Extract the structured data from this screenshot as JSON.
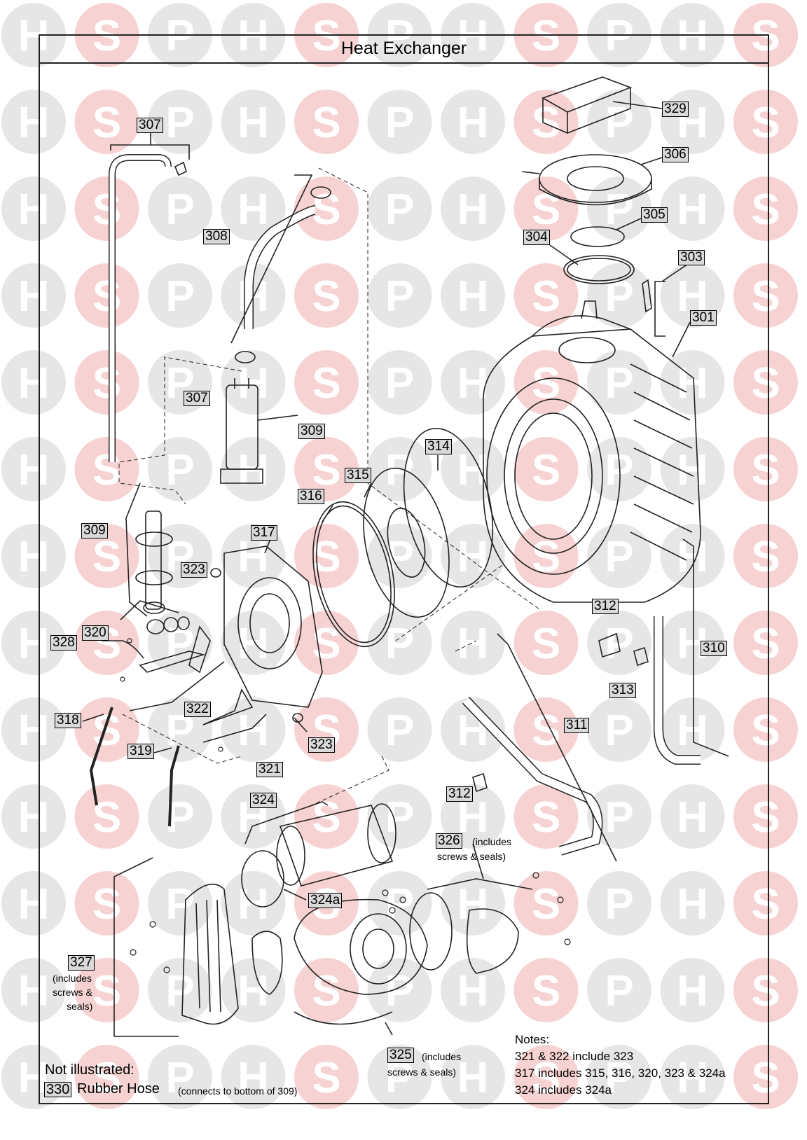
{
  "title": "Heat Exchanger",
  "watermark_letters": [
    "H",
    "S",
    "P"
  ],
  "colors": {
    "watermark_circle": "#f3dede",
    "watermark_red": "#f6d2d2",
    "watermark_grey": "#e6e6e6",
    "label_bg": "#d9d9d9",
    "line": "#222222"
  },
  "parts": {
    "p301": "301",
    "p303": "303",
    "p304": "304",
    "p305": "305",
    "p306": "306",
    "p307a": "307",
    "p307b": "307",
    "p308": "308",
    "p309a": "309",
    "p309b": "309",
    "p310": "310",
    "p311": "311",
    "p312a": "312",
    "p312b": "312",
    "p313": "313",
    "p314": "314",
    "p315": "315",
    "p316": "316",
    "p317": "317",
    "p318": "318",
    "p319": "319",
    "p320": "320",
    "p321": "321",
    "p322": "322",
    "p323a": "323",
    "p323b": "323",
    "p324": "324",
    "p324a": "324a",
    "p325": "325",
    "p326": "326",
    "p327": "327",
    "p328": "328",
    "p329": "329",
    "p330": "330"
  },
  "annotations": {
    "p325_note": "(includes",
    "p325_note2": "screws & seals)",
    "p326_note": "(includes",
    "p326_note2": "screws & seals)",
    "p327_note1": "(includes",
    "p327_note2": "screws &",
    "p327_note3": "seals)"
  },
  "not_illustrated": {
    "heading": "Not illustrated:",
    "item_name": "Rubber Hose",
    "item_note": "(connects to bottom of 309)"
  },
  "notes": {
    "heading": "Notes:",
    "lines": [
      "321 & 322 include 323",
      "317 includes 315, 316, 320, 323 & 324a",
      "324 includes 324a"
    ]
  }
}
